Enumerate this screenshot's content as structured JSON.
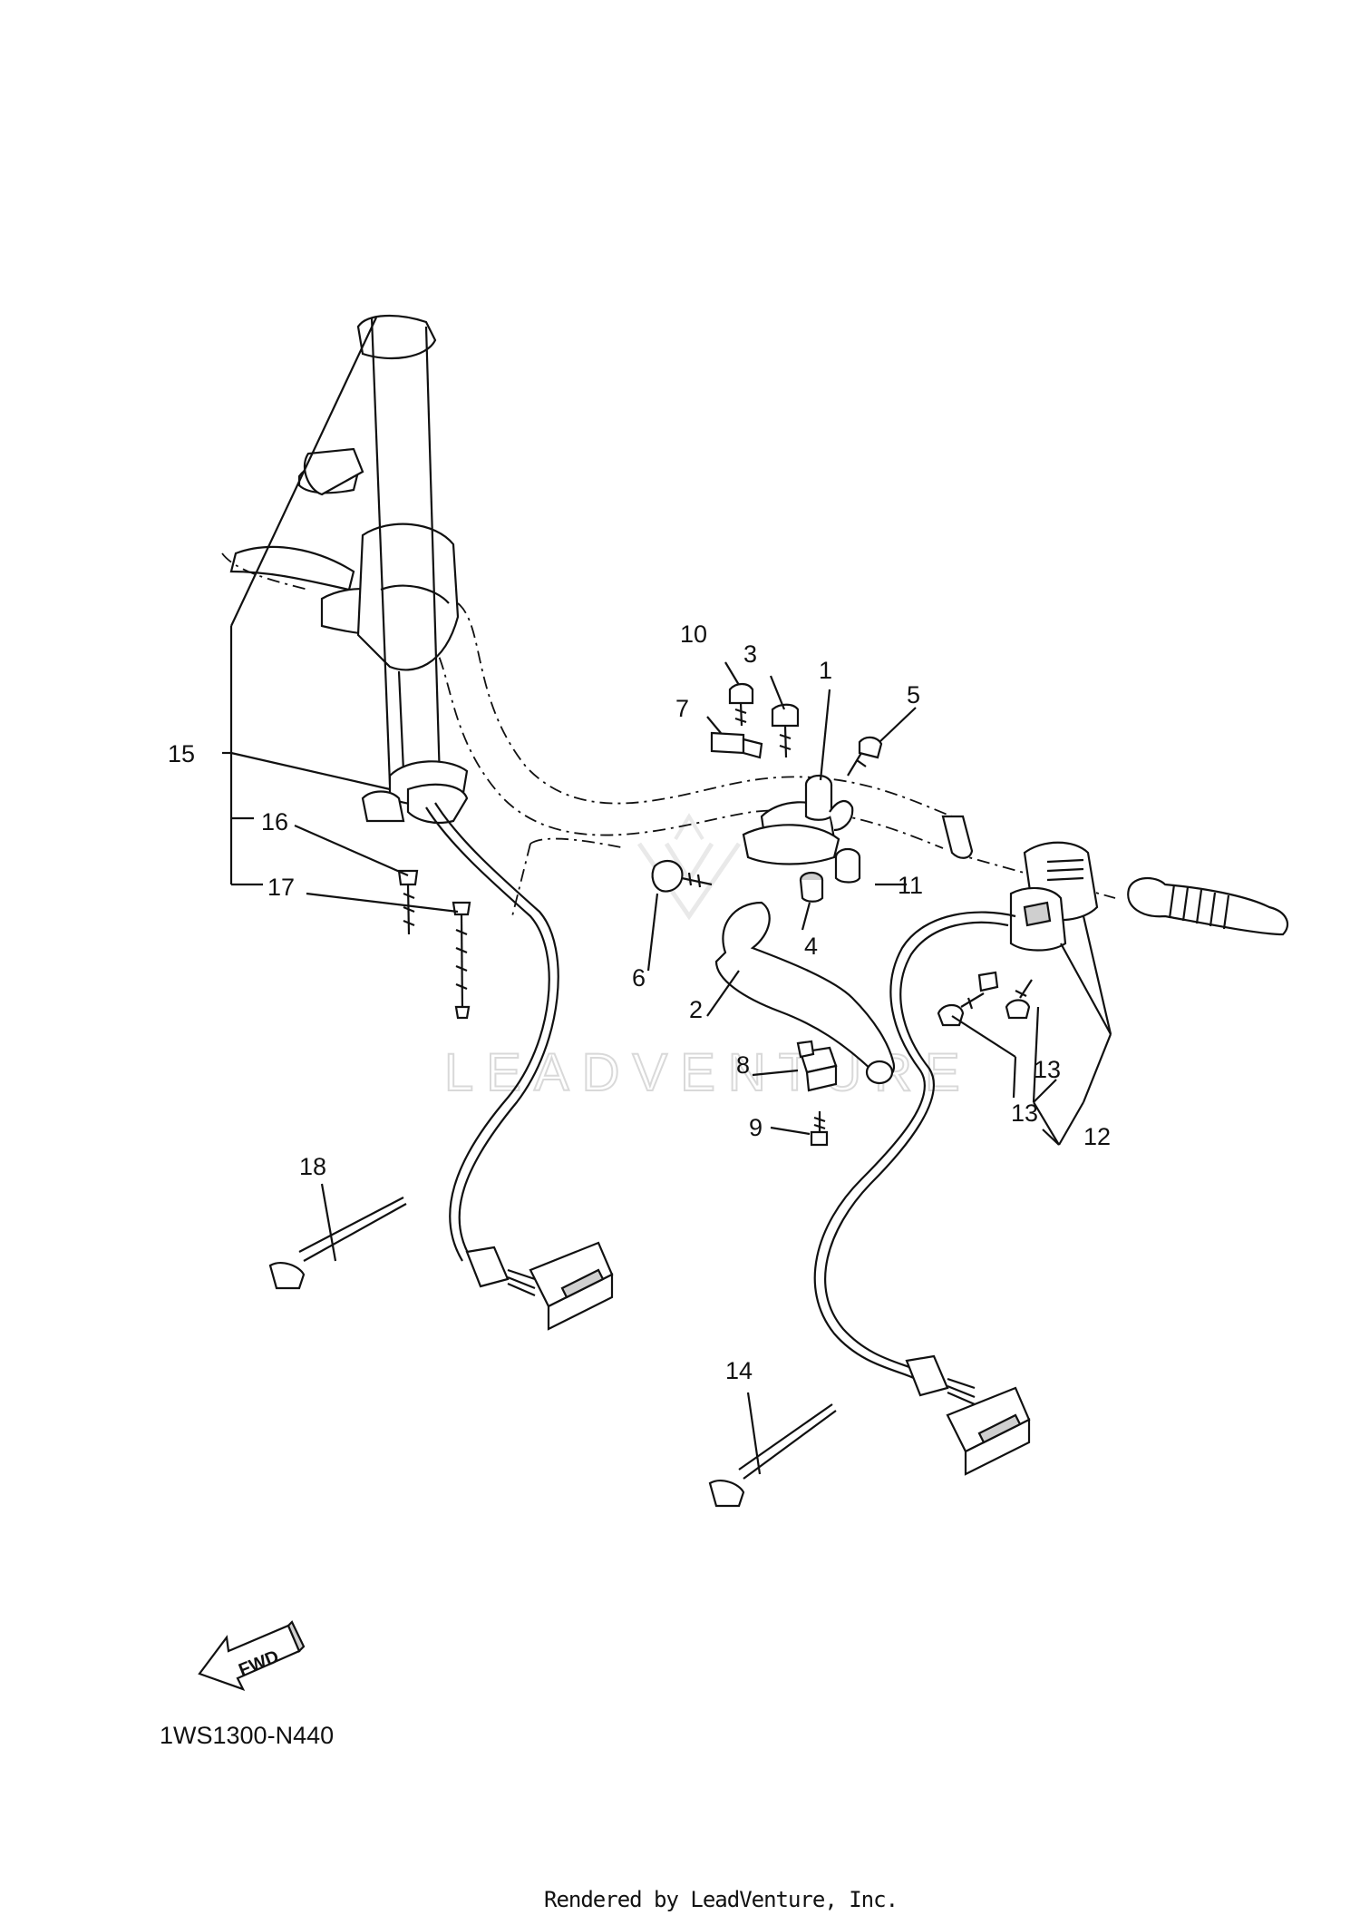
{
  "diagram_code": "1WS1300-N440",
  "fwd_label": "FWD",
  "watermark": "LEADVENTURE",
  "render_credit": "Rendered by LeadVenture, Inc.",
  "callouts": [
    {
      "id": "1",
      "text": "1"
    },
    {
      "id": "2",
      "text": "2"
    },
    {
      "id": "3",
      "text": "3"
    },
    {
      "id": "4",
      "text": "4"
    },
    {
      "id": "5",
      "text": "5"
    },
    {
      "id": "6",
      "text": "6"
    },
    {
      "id": "7",
      "text": "7"
    },
    {
      "id": "8",
      "text": "8"
    },
    {
      "id": "9",
      "text": "9"
    },
    {
      "id": "10",
      "text": "10"
    },
    {
      "id": "11",
      "text": "11"
    },
    {
      "id": "12",
      "text": "12"
    },
    {
      "id": "13a",
      "text": "13"
    },
    {
      "id": "13b",
      "text": "13"
    },
    {
      "id": "14",
      "text": "14"
    },
    {
      "id": "15",
      "text": "15"
    },
    {
      "id": "16",
      "text": "16"
    },
    {
      "id": "17",
      "text": "17"
    },
    {
      "id": "18",
      "text": "18"
    }
  ],
  "icons": {
    "fwd_arrow": "fwd-arrow-icon",
    "watermark_logo": "leadventure-logo-icon"
  }
}
